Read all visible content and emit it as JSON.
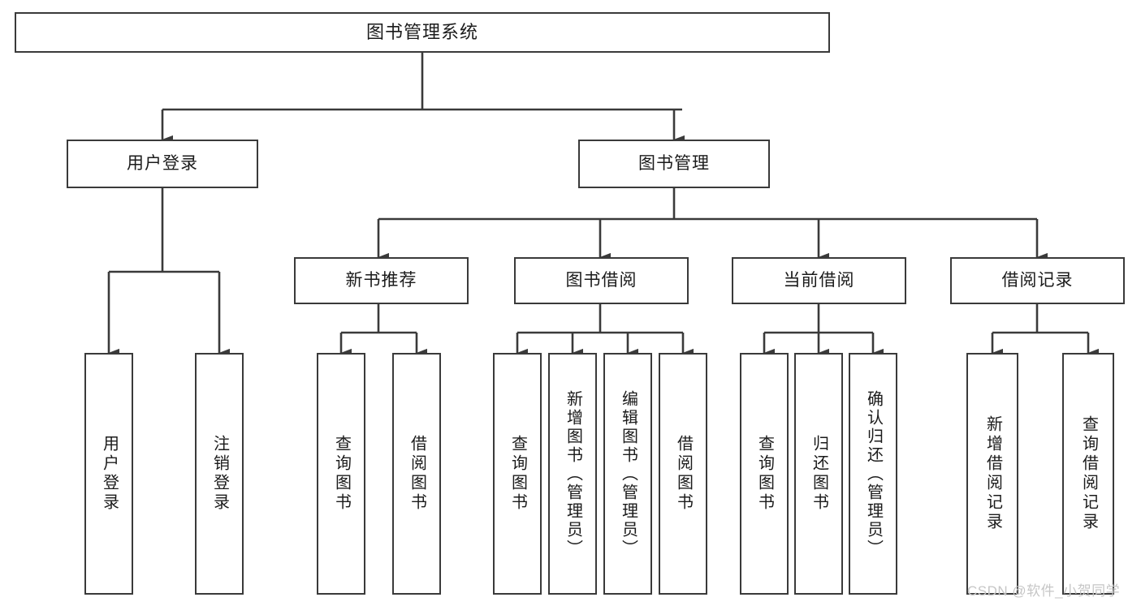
{
  "diagram": {
    "title": "图书管理系统",
    "type": "hierarchy-tree",
    "root": {
      "label": "图书管理系统"
    },
    "level2": [
      {
        "label": "用户登录"
      },
      {
        "label": "图书管理"
      }
    ],
    "level3": [
      {
        "label": "新书推荐"
      },
      {
        "label": "图书借阅"
      },
      {
        "label": "当前借阅"
      },
      {
        "label": "借阅记录"
      }
    ],
    "leaves": {
      "user_login": [
        {
          "label": "用户登录"
        },
        {
          "label": "注销登录"
        }
      ],
      "new_book_recommend": [
        {
          "label": "查询图书"
        },
        {
          "label": "借阅图书"
        }
      ],
      "book_borrow": [
        {
          "label": "查询图书"
        },
        {
          "label": "新增图书（管理员）"
        },
        {
          "label": "编辑图书（管理员）"
        },
        {
          "label": "借阅图书"
        }
      ],
      "current_borrow": [
        {
          "label": "查询图书"
        },
        {
          "label": "归还图书"
        },
        {
          "label": "确认归还（管理员）"
        }
      ],
      "borrow_record": [
        {
          "label": "新增借阅记录"
        },
        {
          "label": "查询借阅记录"
        }
      ]
    }
  },
  "watermark": {
    "text": "CSDN @软件_小贺同学"
  },
  "colors": {
    "stroke": "#3a3a3a",
    "box_fill": "#ffffff",
    "text": "#1b1b1b",
    "watermark": "#c6c6c6",
    "background": "#ffffff"
  }
}
